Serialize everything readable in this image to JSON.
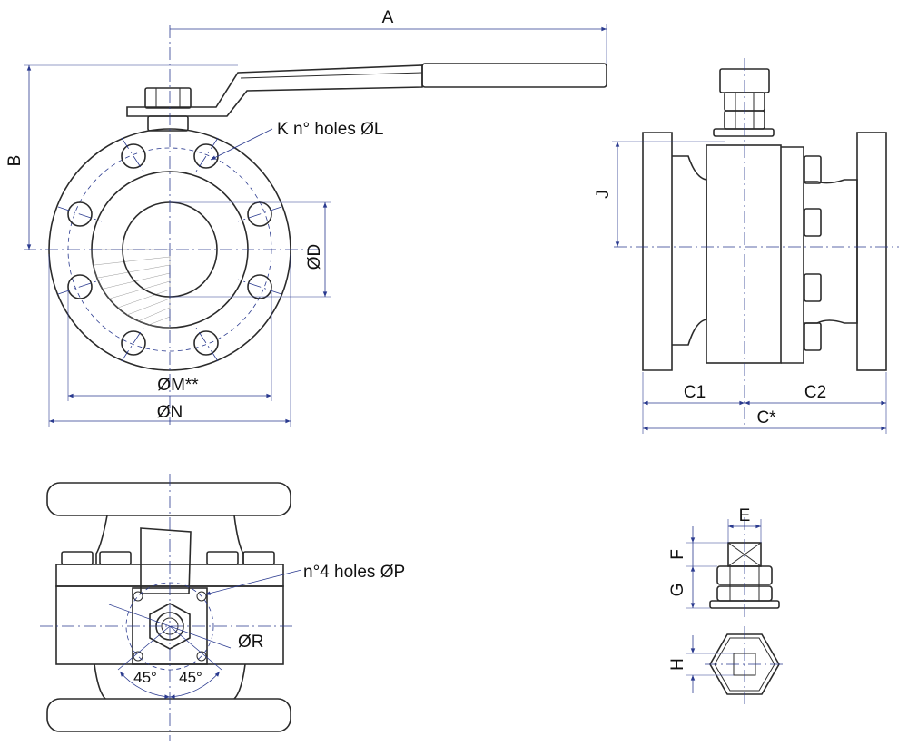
{
  "dimension_labels": {
    "A": "A",
    "B": "B",
    "D": "ØD",
    "M": "ØM**",
    "N": "ØN",
    "K_holes": "K n° holes ØL",
    "J": "J",
    "C1": "C1",
    "C2": "C2",
    "C": "C*",
    "P_holes": "n°4 holes ØP",
    "R": "ØR",
    "angle_left": "45°",
    "angle_right": "45°",
    "E": "E",
    "F": "F",
    "G": "G",
    "H": "H"
  },
  "colors": {
    "outline": "#2b2b2b",
    "dimension": "#2a3a8f"
  }
}
